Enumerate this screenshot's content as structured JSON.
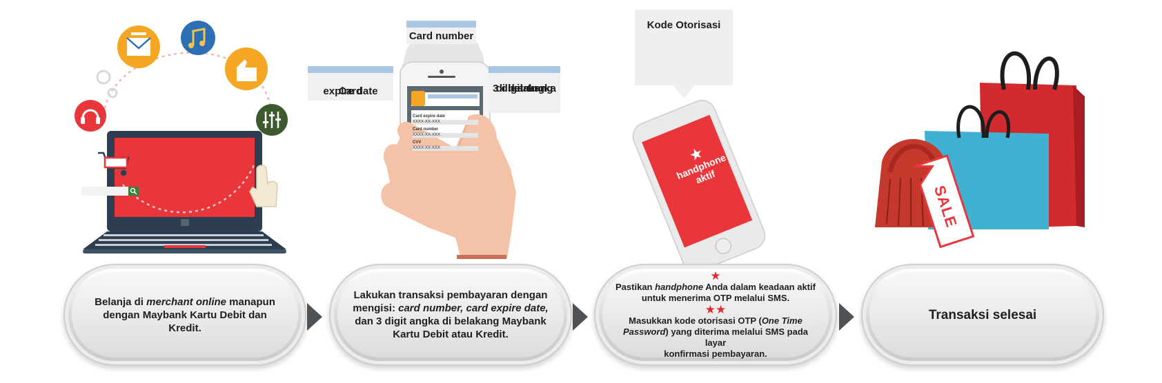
{
  "callouts": {
    "card_number": "Card number",
    "expire_line1": "Card",
    "expire_line2": "expire date",
    "digit_line1": "3 digit angka",
    "digit_line2": "di belakang",
    "digit_line3": "kartu"
  },
  "phone_form": {
    "expire_label": "Card expire date",
    "expire_value": "XXXX-XX-XXX",
    "number_label": "Card number",
    "number_value": "XXXX-XX-XXX",
    "cvv_label": "CVV",
    "cvv_value": "XXXX-XX-XXX"
  },
  "otp": {
    "title": "Kode Otorisasi",
    "screen_line1": "handphone",
    "screen_line2": "aktif"
  },
  "sale_tag": "SALE",
  "steps": {
    "step1": {
      "t1": "Belanja di ",
      "t1_i": "merchant online",
      "t1_end": " manapun",
      "t2": "dengan Maybank Kartu Debit dan Kredit."
    },
    "step2": {
      "t1": "Lakukan transaksi pembayaran dengan",
      "t2": "mengisi: ",
      "t2_i": "card number, card expire date,",
      "t3": "dan 3 digit angka di belakang Maybank",
      "t4": "Kartu Debit atau Kredit."
    },
    "step3": {
      "star1": "★",
      "a1": "Pastikan ",
      "a1_i": "handphone",
      "a1_end": " Anda dalam keadaan aktif",
      "a2": "untuk menerima OTP melalui SMS.",
      "star2": "★★",
      "b1": "Masukkan kode otorisasi OTP (",
      "b1_i": "One Time",
      "b2_i": "Password",
      "b2": ") yang diterima melalui SMS pada layar",
      "b3": "konfirmasi pembayaran."
    },
    "step4": {
      "t1": "Transaksi selesai"
    }
  },
  "colors": {
    "red": "#e8353a",
    "blue_bar": "#a9c6e4",
    "orange": "#f5a623",
    "dark": "#2d3e4f"
  }
}
